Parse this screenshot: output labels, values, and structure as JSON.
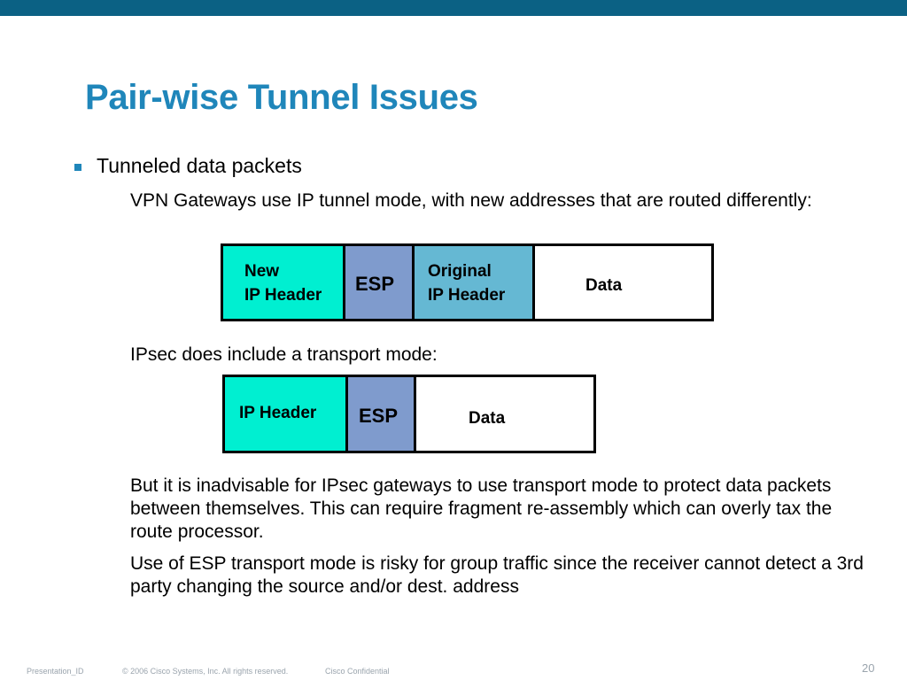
{
  "slide": {
    "title": "Pair-wise Tunnel Issues",
    "bullet": "Tunneled data packets",
    "p1": "VPN Gateways use IP tunnel mode, with new addresses that are routed differently:",
    "p2": "IPsec does include a transport mode:",
    "p3": "But it is inadvisable for IPsec gateways to use transport mode to protect data packets between themselves. This can require fragment re-assembly which can overly tax the route processor.",
    "p4": "Use  of ESP transport mode is risky for group traffic since the receiver cannot detect a 3rd party changing the source and/or dest. address"
  },
  "tunnel_packet": {
    "new_ip_line1": "New",
    "new_ip_line2": "IP Header",
    "esp": "ESP",
    "orig_ip_line1": "Original",
    "orig_ip_line2": "IP Header",
    "data": "Data"
  },
  "transport_packet": {
    "ip_header": "IP Header",
    "esp": "ESP",
    "data": "Data"
  },
  "colors": {
    "header_bar": "#0b6184",
    "title": "#1f86ba",
    "new_ip_header": "#00efd1",
    "esp": "#7f9bcd",
    "original_ip_header": "#65b8d3",
    "data": "#ffffff"
  },
  "footer": {
    "presentation_id": "Presentation_ID",
    "copyright": "© 2006 Cisco Systems, Inc. All rights reserved.",
    "confidential": "Cisco Confidential",
    "page_number": "20"
  }
}
